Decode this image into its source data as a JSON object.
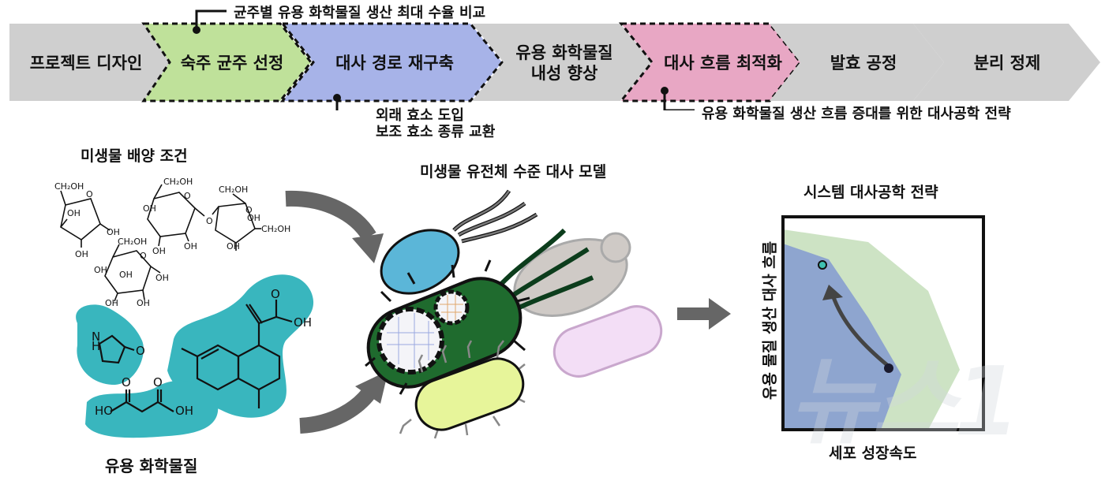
{
  "pipeline": {
    "steps": [
      {
        "label": "프로젝트 디자인",
        "color": "#cfcfcf",
        "highlight": false
      },
      {
        "label": "숙주 균주 선정",
        "color": "#bfe19a",
        "highlight": true
      },
      {
        "label": "대사 경로 재구축",
        "color": "#a7b3e8",
        "highlight": true
      },
      {
        "label": "유용 화학물질\n내성 향상",
        "color": "#cfcfcf",
        "highlight": false
      },
      {
        "label": "대사 흐름 최적화",
        "color": "#e8a7c4",
        "highlight": true
      },
      {
        "label": "발효 공정",
        "color": "#cfcfcf",
        "highlight": false
      },
      {
        "label": "분리 정제",
        "color": "#cfcfcf",
        "highlight": false
      }
    ],
    "annotation_top": "균주별 유용 화학물질 생산 최대 수율 비교",
    "annotation_mid_1": "외래 효소 도입",
    "annotation_mid_2": "보조 효소 종류 교환",
    "annotation_right": "유용 화학물질 생산 흐름 증대를 위한 대사공학 전략"
  },
  "culture": {
    "title": "미생물 배양 조건",
    "chem": {
      "ch2oh": "CH₂OH",
      "oh": "OH",
      "o": "O"
    }
  },
  "chemicals": {
    "title": "유용 화학물질",
    "labels": {
      "n": "N",
      "h": "H",
      "o": "O",
      "oh": "OH",
      "ho": "HO"
    }
  },
  "model": {
    "title": "미생물 유전체 수준 대사 모델"
  },
  "strategy": {
    "title": "시스템 대사공학 전략",
    "xlabel": "세포 성장속도",
    "ylabel": "유용 물질 생산 대사 흐름",
    "colors": {
      "outer": "#cde3c4",
      "inner": "#8ea5cf",
      "arrow": "#444444"
    }
  },
  "watermark": "뉴스1"
}
